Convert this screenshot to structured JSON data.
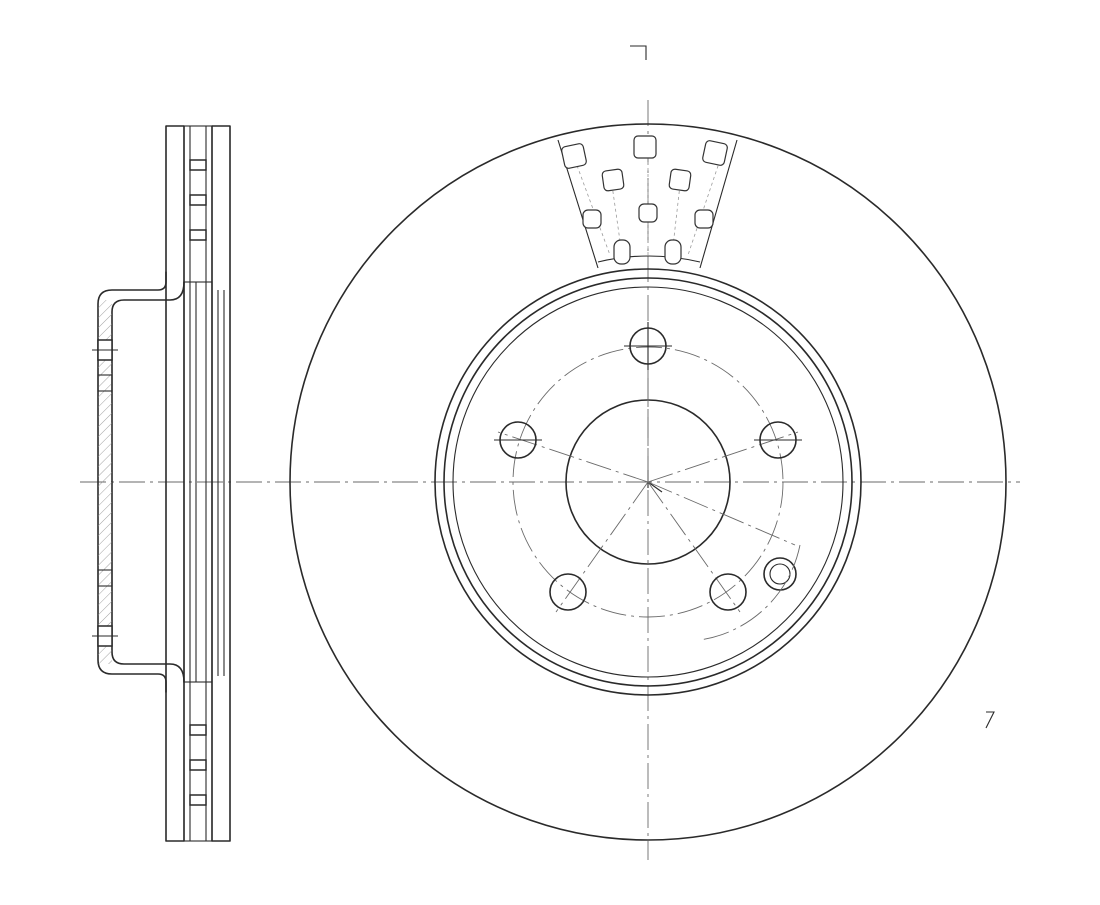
{
  "diagram": {
    "section_marks": {
      "top": "",
      "bottom_right": ""
    },
    "front_view": {
      "bolt_holes": 5,
      "drilled_vent_pattern_rows": [
        3,
        2,
        3,
        2
      ]
    }
  }
}
